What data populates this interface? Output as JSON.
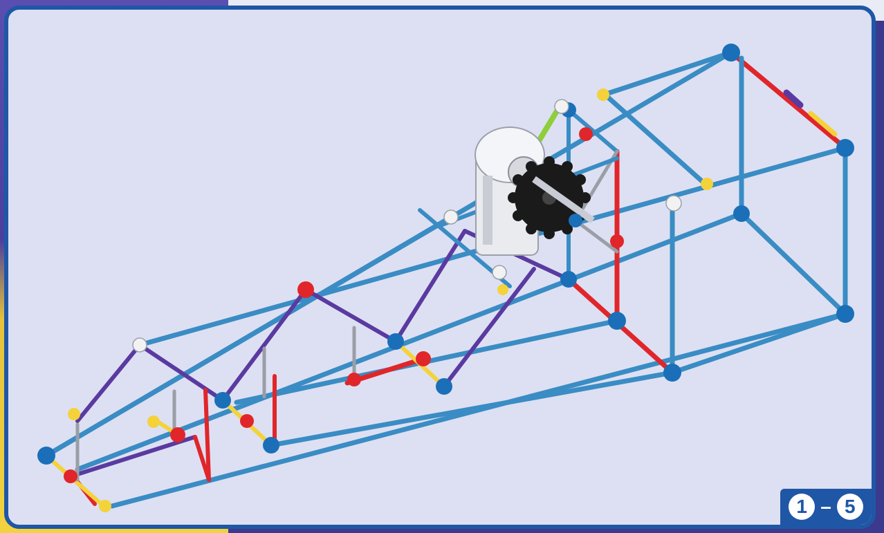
{
  "step": {
    "from": "1",
    "separator": "–",
    "to": "5"
  },
  "colors": {
    "frame": "#1f57a6",
    "panel": "#dde0f2",
    "rod_blue": "#3a8cc4",
    "rod_purple": "#5a3aa0",
    "rod_red": "#e0262b",
    "rod_yellow": "#f4d23a",
    "rod_green": "#8ccf3a",
    "rod_gray": "#9a9ea6",
    "connector_blue": "#1a6fb8",
    "motor_white": "#e9ebef",
    "gear_black": "#1a1a1a"
  },
  "illustration": {
    "subject": "construction-model-frame-with-motor"
  }
}
